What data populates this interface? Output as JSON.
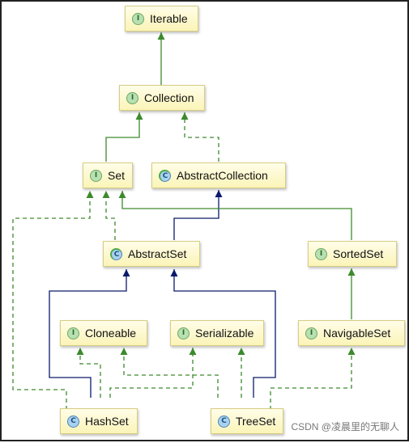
{
  "nodes": {
    "iterable": "Iterable",
    "collection": "Collection",
    "set": "Set",
    "abstract_collection": "AbstractCollection",
    "abstract_set": "AbstractSet",
    "sorted_set": "SortedSet",
    "cloneable": "Cloneable",
    "serializable": "Serializable",
    "navigable_set": "NavigableSet",
    "hash_set": "HashSet",
    "tree_set": "TreeSet"
  },
  "icons": {
    "interface": "interface-icon",
    "class": "class-icon",
    "abstract_class": "abstract-class-icon"
  },
  "colors": {
    "extends_interface_edge": "#3d8a2d",
    "extends_class_edge": "#0c1a6b",
    "node_fill": "#fbf4b8"
  },
  "watermark": "CSDN @凌晨里的无聊人"
}
